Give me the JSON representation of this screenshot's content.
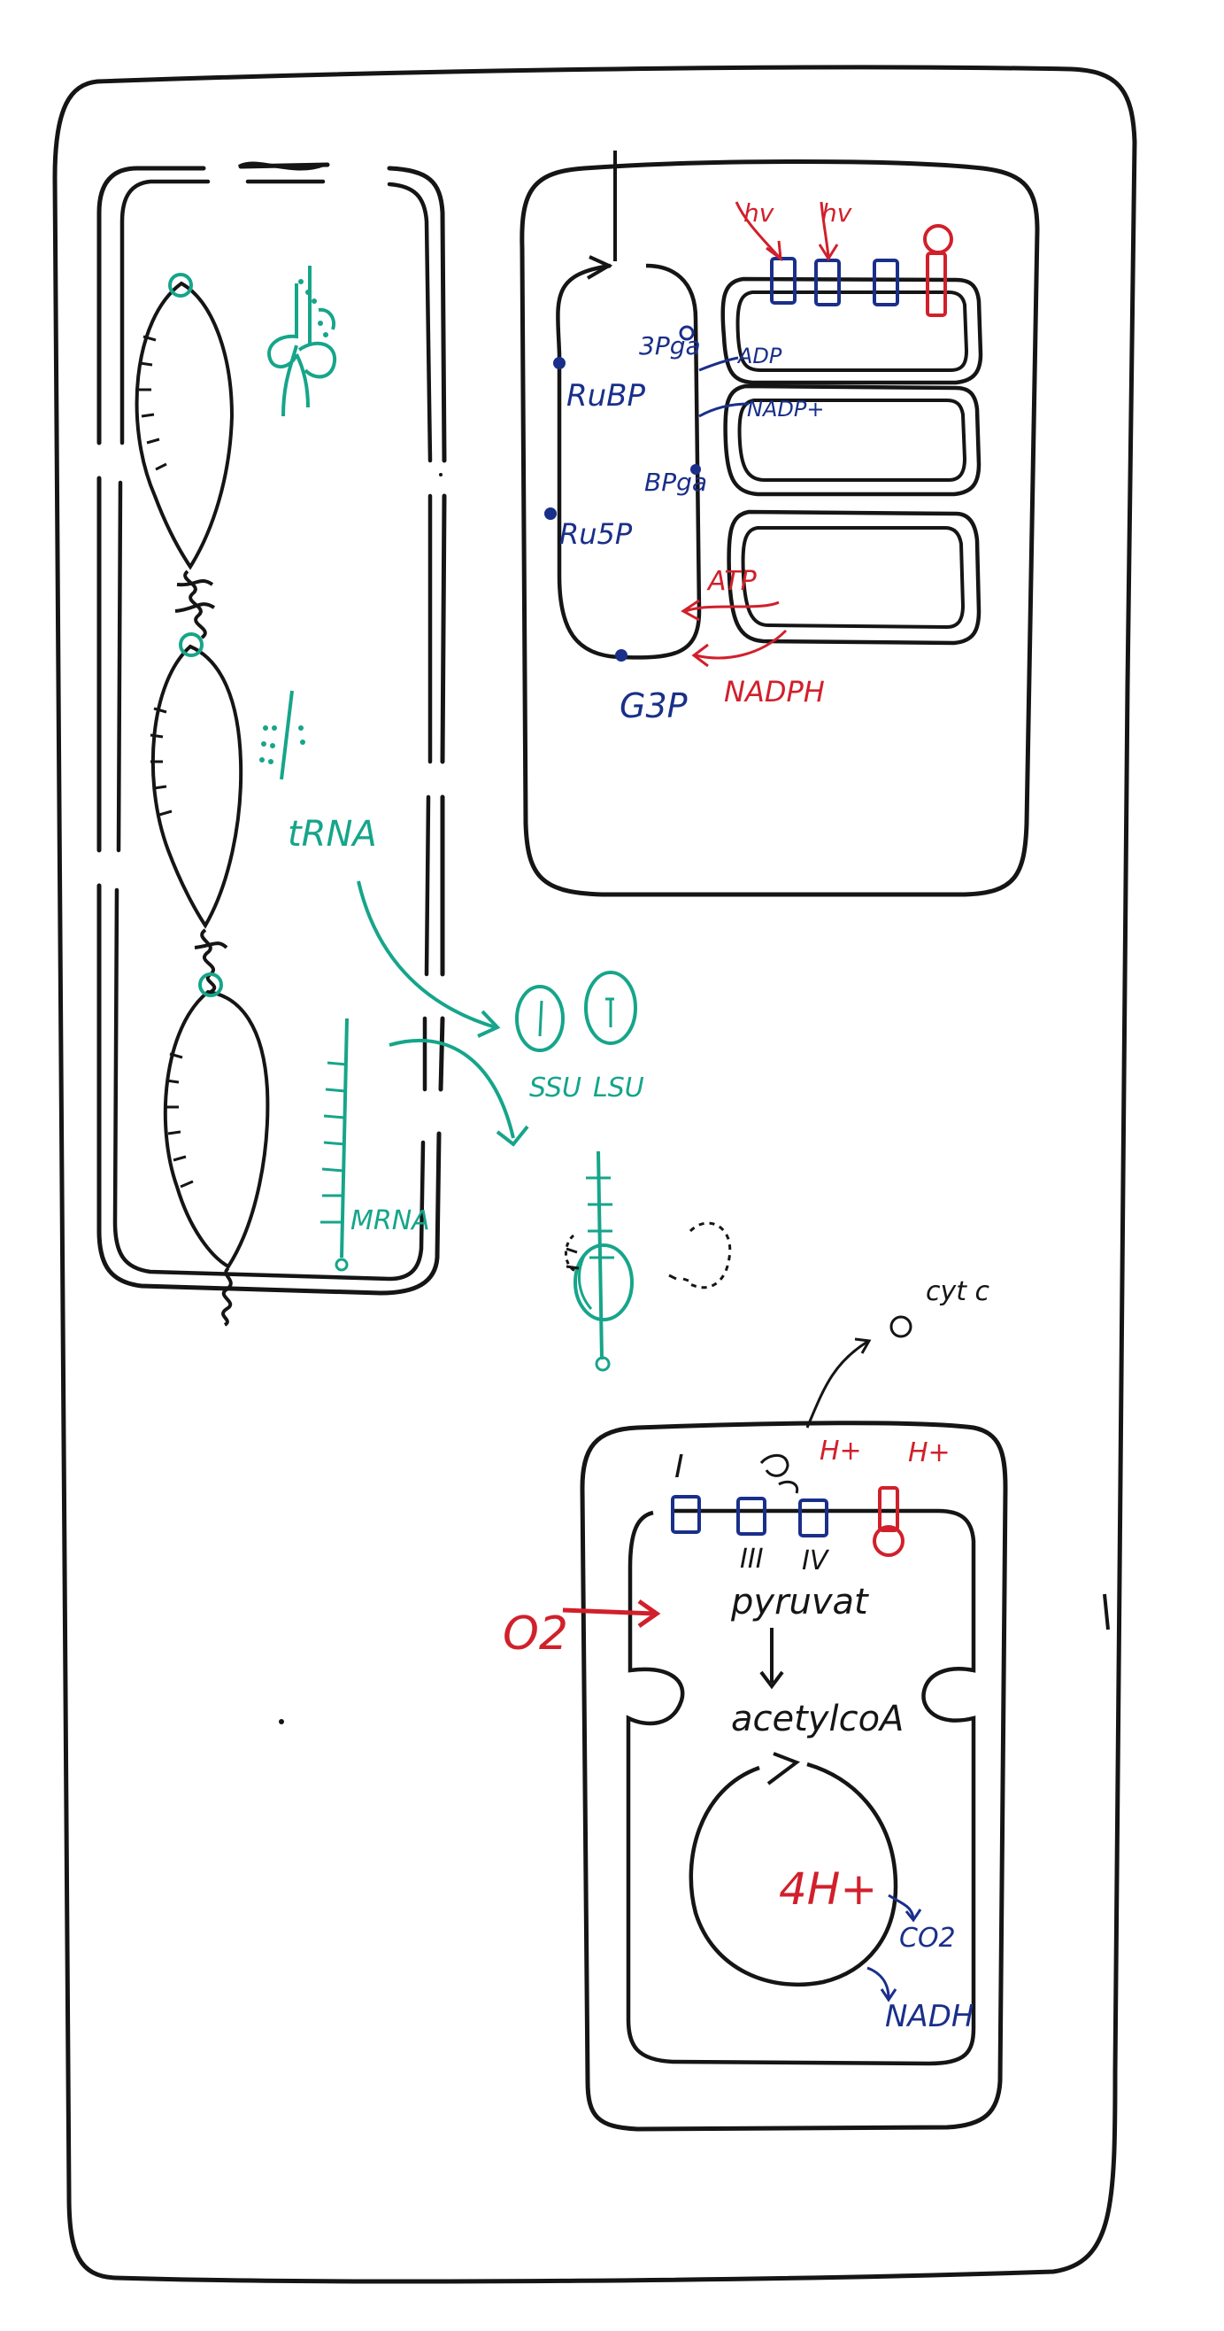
{
  "colors": {
    "ink_black": "#151515",
    "ink_blue": "#1a2f8a",
    "ink_red": "#d1202b",
    "ink_green": "#16a58a",
    "paper": "#ffffff"
  },
  "chloroplast": {
    "rubp_top": "RuBP",
    "pga_3": "3Pga",
    "adp": "ADP",
    "nadp": "NADP+",
    "bpga": "BPga",
    "ru5p": "Ru5P",
    "atp": "ATP",
    "g3p": "G3P",
    "nadph": "NADPH",
    "light_1": "hv",
    "light_2": "hv"
  },
  "nucleus": {
    "trna": "tRNA",
    "ssu": "SSU",
    "lsu": "LSU",
    "mrna": "MRNA"
  },
  "mitochondrion": {
    "cyt_c": "cyt c",
    "complex_1": "I",
    "complex_3": "III",
    "complex_4": "IV",
    "h_plus_1": "H+",
    "h_plus_2": "H+",
    "o2": "O2",
    "pyruvate": "pyruvat",
    "acetylcoa": "acetylcoA",
    "four_h": "4H+",
    "co2": "CO2",
    "nadh": "NADH"
  }
}
